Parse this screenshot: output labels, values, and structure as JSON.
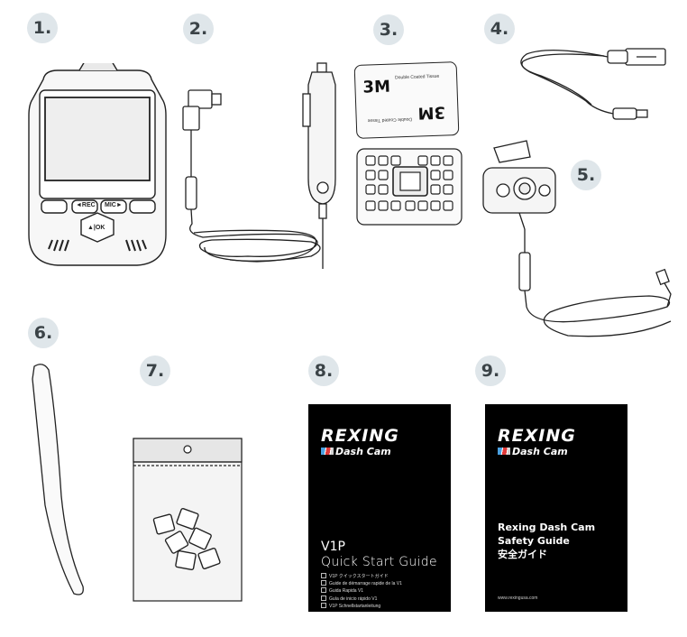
{
  "badges": [
    "1.",
    "2.",
    "3.",
    "4.",
    "5.",
    "6.",
    "7.",
    "8.",
    "9."
  ],
  "dashcam": {
    "rec_label": "◄REC",
    "mic_label": "MIC►",
    "ok_label": "▲|OK"
  },
  "tape": {
    "brand": "3M",
    "caption": "Double Coated Tissue"
  },
  "quick_guide": {
    "brand": "REXING",
    "product": "Dash Cam",
    "model": "V1P",
    "title": "Quick Start Guide",
    "languages": [
      "V1P クイックスタートガイド",
      "Guide de démarrage rapide de la V1",
      "Guida Rapida V1",
      "Guía de inicio rápido V1",
      "V1P Schnellstartanleitung"
    ]
  },
  "safety_guide": {
    "brand": "REXING",
    "product": "Dash Cam",
    "title_lines": [
      "Rexing Dash Cam",
      "Safety Guide",
      "安全ガイド"
    ],
    "url": "www.rexingusa.com"
  }
}
